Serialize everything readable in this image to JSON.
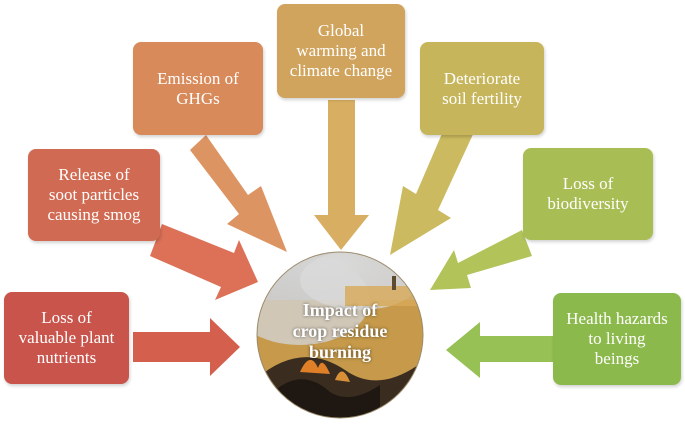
{
  "center": {
    "title": "Impact of\ncrop residue\nburning"
  },
  "impacts": [
    {
      "id": "nutrients",
      "label": "Loss of\nvaluable plant\nnutrients",
      "color": "#c9544b",
      "arrow": "#d45f4c"
    },
    {
      "id": "soot",
      "label": "Release of\nsoot particles\ncausing smog",
      "color": "#d16a52",
      "arrow": "#dc7158"
    },
    {
      "id": "ghg",
      "label": "Emission of\nGHGs",
      "color": "#d98a5a",
      "arrow": "#dd9463"
    },
    {
      "id": "warming",
      "label": "Global\nwarming and\nclimate change",
      "color": "#d1a45d",
      "arrow": "#d8ae62"
    },
    {
      "id": "soil",
      "label": "Deteriorate\nsoil fertility",
      "color": "#c6b55a",
      "arrow": "#cbba5f"
    },
    {
      "id": "biodiversity",
      "label": "Loss of\nbiodiversity",
      "color": "#a9bd55",
      "arrow": "#b2c35a"
    },
    {
      "id": "health",
      "label": "Health hazards\nto living\nbeings",
      "color": "#8cb94c",
      "arrow": "#97c055"
    }
  ]
}
